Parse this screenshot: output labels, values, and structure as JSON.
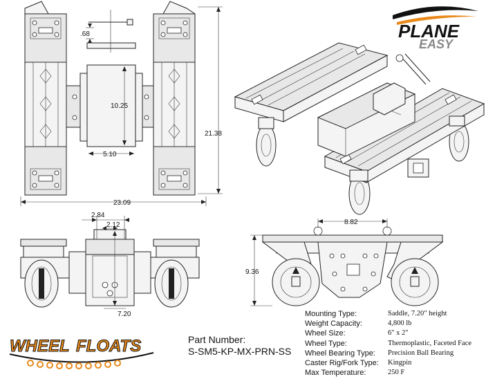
{
  "dimensions": {
    "top_axle_dia": ".68",
    "saddle_length": "10.25",
    "saddle_width": "5.10",
    "total_height": "21.38",
    "total_width": "23.09",
    "front_outer": "2.84",
    "front_inner": "2.12",
    "front_height": "7.20",
    "side_width": "8.82",
    "side_height": "9.36"
  },
  "brand_top": {
    "line1": "PLANE",
    "line2": "EASY"
  },
  "brand_bottom": {
    "word1": "WHEEL",
    "word2": "FLOATS"
  },
  "part": {
    "label": "Part Number:",
    "number": "S-SM5-KP-MX-PRN-SS"
  },
  "specs": [
    {
      "key": "Mounting Type:",
      "value": "Saddle, 7.20\" height"
    },
    {
      "key": "Weight Capacity:",
      "value": "4,800 lb"
    },
    {
      "key": "Wheel Size:",
      "value": "6\" x 2\""
    },
    {
      "key": "Wheel Type:",
      "value": "Thermoplastic, Faceted Face"
    },
    {
      "key": "Wheel Bearing Type:",
      "value": "Precision Ball Bearing"
    },
    {
      "key": "Caster Rig/Fork Type:",
      "value": "Kingpin"
    },
    {
      "key": "Max Temperature:",
      "value": "250 F"
    }
  ],
  "colors": {
    "orange": "#e8891a",
    "black": "#111111",
    "gray": "#888888"
  }
}
